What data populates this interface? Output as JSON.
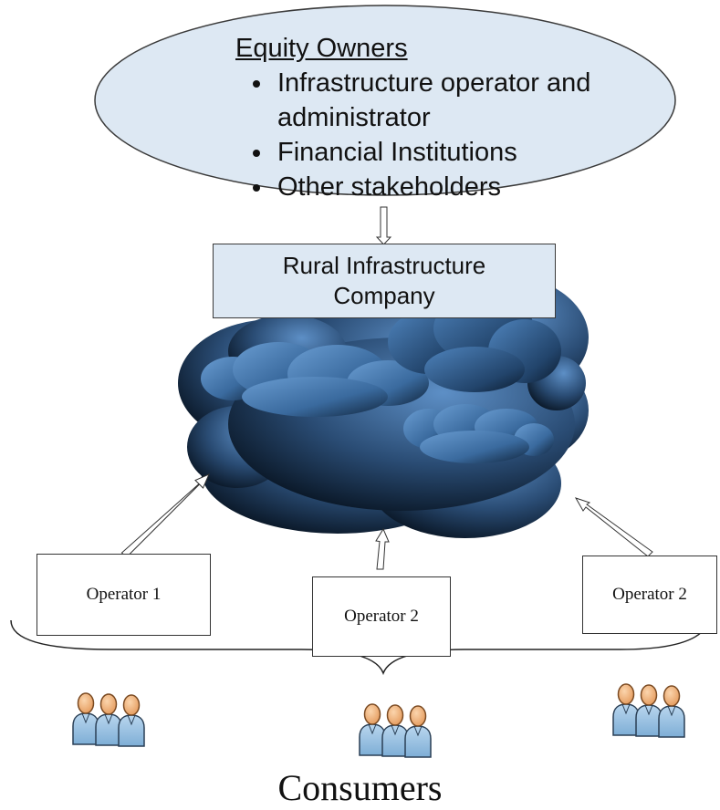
{
  "equity_owners": {
    "title": "Equity Owners",
    "items": [
      "Infrastructure operator and administrator",
      "Financial Institutions",
      "Other stakeholders"
    ]
  },
  "company": {
    "label": "Rural Infrastructure Company"
  },
  "operators": [
    {
      "label": "Operator 1"
    },
    {
      "label": "Operator 2"
    },
    {
      "label": "Operator 2"
    }
  ],
  "consumers": {
    "label": "Consumers"
  },
  "colors": {
    "ellipse_fill": "#dde8f3",
    "box_fill": "#dde8f3",
    "cloud_dark": "#0b1624",
    "cloud_light": "#5c8fc6",
    "person_head": "#f0b57c",
    "person_body": "#9cc4e4"
  }
}
